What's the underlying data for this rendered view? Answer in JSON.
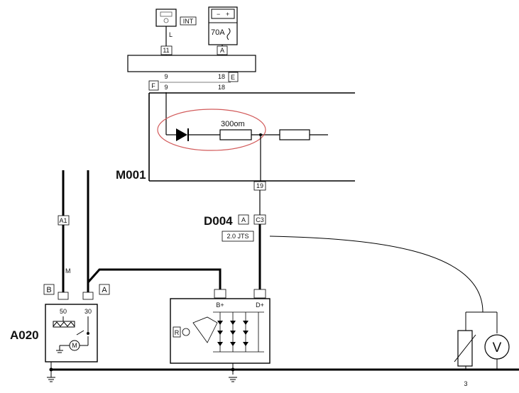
{
  "components": {
    "ecu": "M001",
    "harness": "D004",
    "harness_connector": "A",
    "engine_tag": "2.0 JTS",
    "starter": "A020",
    "resistor": "300om",
    "fuse": "70A",
    "int_label": "INT",
    "wire_l": "L",
    "wire_m": "M"
  },
  "pins": {
    "p11": "11",
    "pA_top": "A",
    "p9a": "9",
    "p18a": "18",
    "pE": "E",
    "pF": "F",
    "p9b": "9",
    "p18b": "18",
    "p19": "19",
    "pC3": "C3",
    "pA1": "A1",
    "pB": "B",
    "pA_starter": "A",
    "p50": "50",
    "p30": "30",
    "bplus": "B+",
    "dplus": "D+",
    "r_label": "R",
    "voltmeter": "V",
    "sensor_num": "3",
    "battery_minus": "−",
    "battery_plus": "+"
  }
}
